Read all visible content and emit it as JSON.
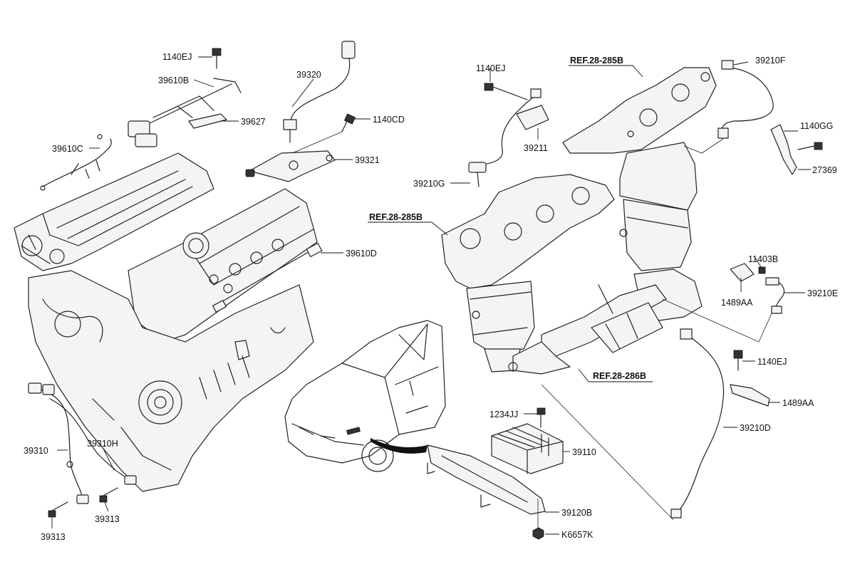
{
  "diagram": {
    "labels": {
      "l_1140EJ_top": "1140EJ",
      "l_39610B": "39610B",
      "l_39627": "39627",
      "l_39320": "39320",
      "l_1140CD": "1140CD",
      "l_39321": "39321",
      "l_39610C": "39610C",
      "l_39610D": "39610D",
      "l_1140EJ_mid": "1140EJ",
      "l_39211": "39211",
      "l_39210G": "39210G",
      "l_39210F": "39210F",
      "l_1140GG": "1140GG",
      "l_27369": "27369",
      "l_11403B": "11403B",
      "l_1489AA_a": "1489AA",
      "l_39210E": "39210E",
      "l_1140EJ_right": "1140EJ",
      "l_1489AA_b": "1489AA",
      "l_39210D": "39210D",
      "l_1234JJ": "1234JJ",
      "l_39110": "39110",
      "l_39120B": "39120B",
      "l_K6657K": "K6657K",
      "l_39310": "39310",
      "l_39310H": "39310H",
      "l_39313_a": "39313",
      "l_39313_b": "39313"
    },
    "refs": {
      "ref_top": "REF.28-285B",
      "ref_left": "REF.28-285B",
      "ref_bottom": "REF.28-286B"
    }
  }
}
